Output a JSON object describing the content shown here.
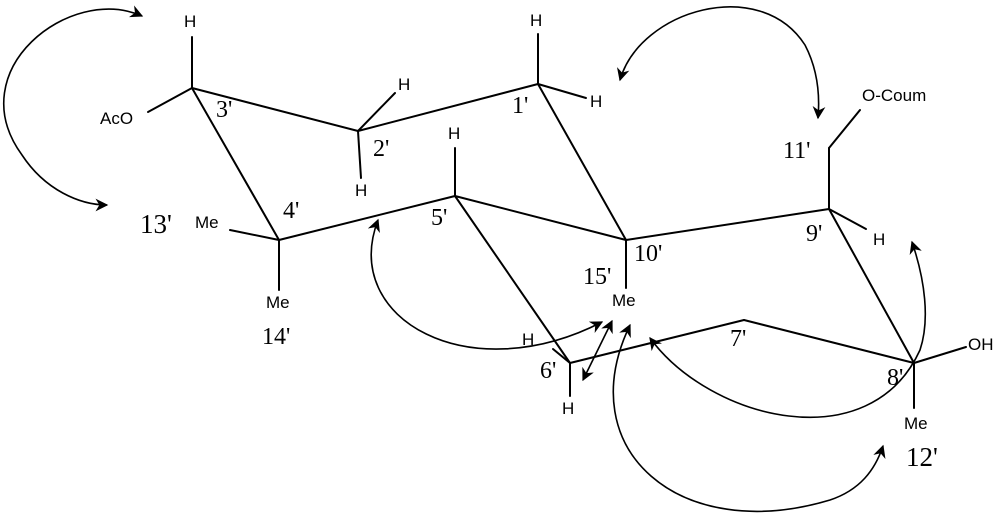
{
  "diagram": {
    "type": "stereochemical-structure-with-noe-correlations",
    "atom_labels": {
      "c1": "1'",
      "c2": "2'",
      "c3": "3'",
      "c4": "4'",
      "c5": "5'",
      "c6": "6'",
      "c7": "7'",
      "c8": "8'",
      "c9": "9'",
      "c10": "10'",
      "c11": "11'",
      "c12": "12'",
      "c13": "13'",
      "c14": "14'",
      "c15": "15'"
    },
    "substituents": {
      "aco": "AcO",
      "ocoum": "O-Coum",
      "oh": "OH",
      "me13": "Me",
      "me14": "Me",
      "me15": "Me",
      "me12": "Me",
      "h": "H"
    }
  }
}
